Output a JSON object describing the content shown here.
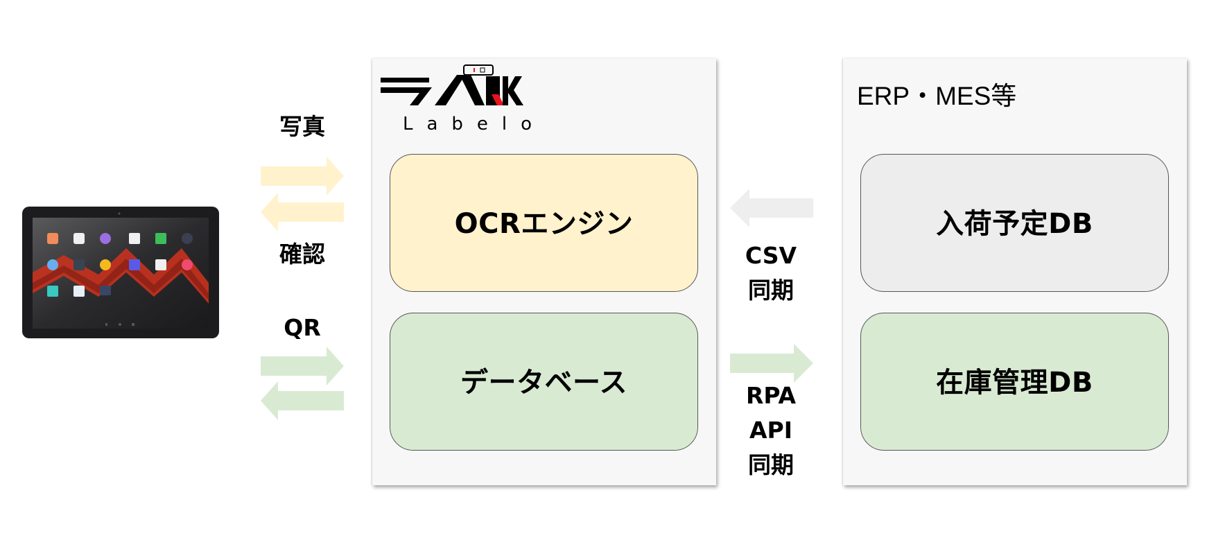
{
  "device": {
    "name": "tablet",
    "label": "Android tablet (home screen)"
  },
  "left_flows": {
    "top_label": "写真",
    "bottom_label": "確認",
    "qr_label": "QR"
  },
  "labelo_panel": {
    "logo_text": "ラベ朗",
    "logo_subtext": "Labelo",
    "ocr_box": "OCRエンジン",
    "db_box": "データベース"
  },
  "middle_flows": {
    "csv_label_line1": "CSV",
    "csv_label_line2": "同期",
    "rpa_label_line1": "RPA",
    "rpa_label_line2": "API",
    "rpa_label_line3": "同期"
  },
  "erp_panel": {
    "title": "ERP・MES等",
    "arrival_box": "入荷予定DB",
    "inventory_box": "在庫管理DB"
  },
  "colors": {
    "yellow_box": "#fff2cc",
    "green_box": "#d9ead3",
    "gray_box": "#ededed",
    "yellow_arrow": "#fff2cc",
    "green_arrow": "#d9ead3",
    "gray_arrow": "#eeeeee",
    "panel_bg": "#f7f7f7",
    "logo_red": "#e8141c"
  }
}
